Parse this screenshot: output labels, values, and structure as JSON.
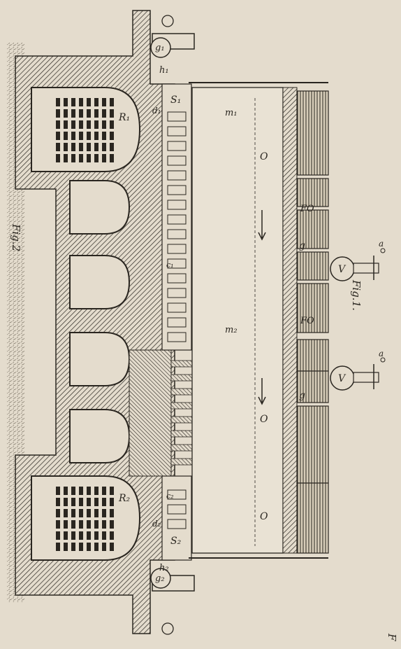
{
  "figure": {
    "caption": "Fig.1.",
    "side_caption": "Fig.2",
    "edge_caption": "F"
  },
  "labels": {
    "g1": "g₁",
    "g2": "g₂",
    "h1": "h₁",
    "h2": "h₂",
    "S1": "S₁",
    "S2": "S₂",
    "R1": "R₁",
    "R2": "R₂",
    "d1": "d₁",
    "d2": "d₂",
    "m1": "m₁",
    "m2": "m₂",
    "c1": "c₁",
    "c2": "c₂",
    "O": "O",
    "FO": "FO",
    "V": "V",
    "g": "g",
    "a": "a"
  },
  "colors": {
    "paper": "#e4dccd",
    "ink": "#2a2620"
  }
}
